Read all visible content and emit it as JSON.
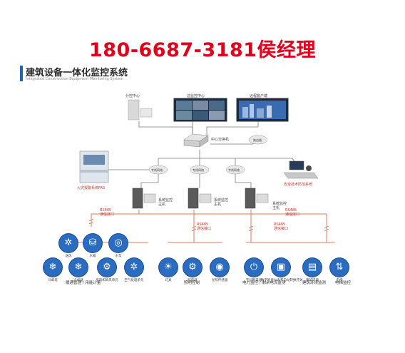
{
  "header": {
    "phone": "180-6687-3181侯经理",
    "title": "建筑设备一体化监控系统",
    "subtitle": "Integrated Construction Equipment Monitoring System"
  },
  "colors": {
    "phone": "#e0001b",
    "accent": "#1f64b0",
    "icon_fill": "#2a6cc0",
    "bus_line": "#e07a5f"
  },
  "top": {
    "branch_center": "分控中心",
    "main_center": "总监控中心",
    "remote_client": "远程客户端",
    "central_switch": "中心交换机",
    "router": "路由器"
  },
  "mid": {
    "gateway": "专线网络",
    "fire_system": "火灾报警系统FAS",
    "security_system": "安全技术防范系统"
  },
  "hosts": {
    "host_label": "系统监控\n主机",
    "rs485_left": "RS485\n通信接口",
    "rs485_right": "RS485\n通信接口",
    "rs485_a": "RS485\n通信接口",
    "rs485_b": "RS485\n通信接口"
  },
  "devices": [
    {
      "icon": "fan-icon",
      "label": "送风"
    },
    {
      "icon": "water-tank-icon",
      "label": "水箱"
    },
    {
      "icon": "steering-icon",
      "label": "水泵"
    },
    {
      "icon": "snowflake-icon",
      "label": "冷却塔"
    },
    {
      "icon": "snowflake-icon",
      "label": "冷却器"
    },
    {
      "icon": "gear-icon",
      "label": "变风和新风单元"
    },
    {
      "icon": "fan-icon",
      "label": "空气处理单元"
    },
    {
      "icon": "bulb-icon",
      "label": "灯具"
    },
    {
      "icon": "gear-icon",
      "label": "照度器"
    },
    {
      "icon": "wireless-icon",
      "label": "光照传感器"
    },
    {
      "icon": "power-icon",
      "label": "不间断电源"
    },
    {
      "icon": "meter-icon",
      "label": "数字智能仪表和自动转换开关"
    },
    {
      "icon": "monitor-icon",
      "label": "建筑环境"
    },
    {
      "icon": "elevator-icon",
      "label": "电梯"
    }
  ],
  "groups": {
    "hvac": "暖通管理 / 用能计量",
    "lighting": "照明控制",
    "power": "电力监控 / 剩余电流监测",
    "env": "建筑环境监测",
    "elevator": "电梯监控"
  }
}
